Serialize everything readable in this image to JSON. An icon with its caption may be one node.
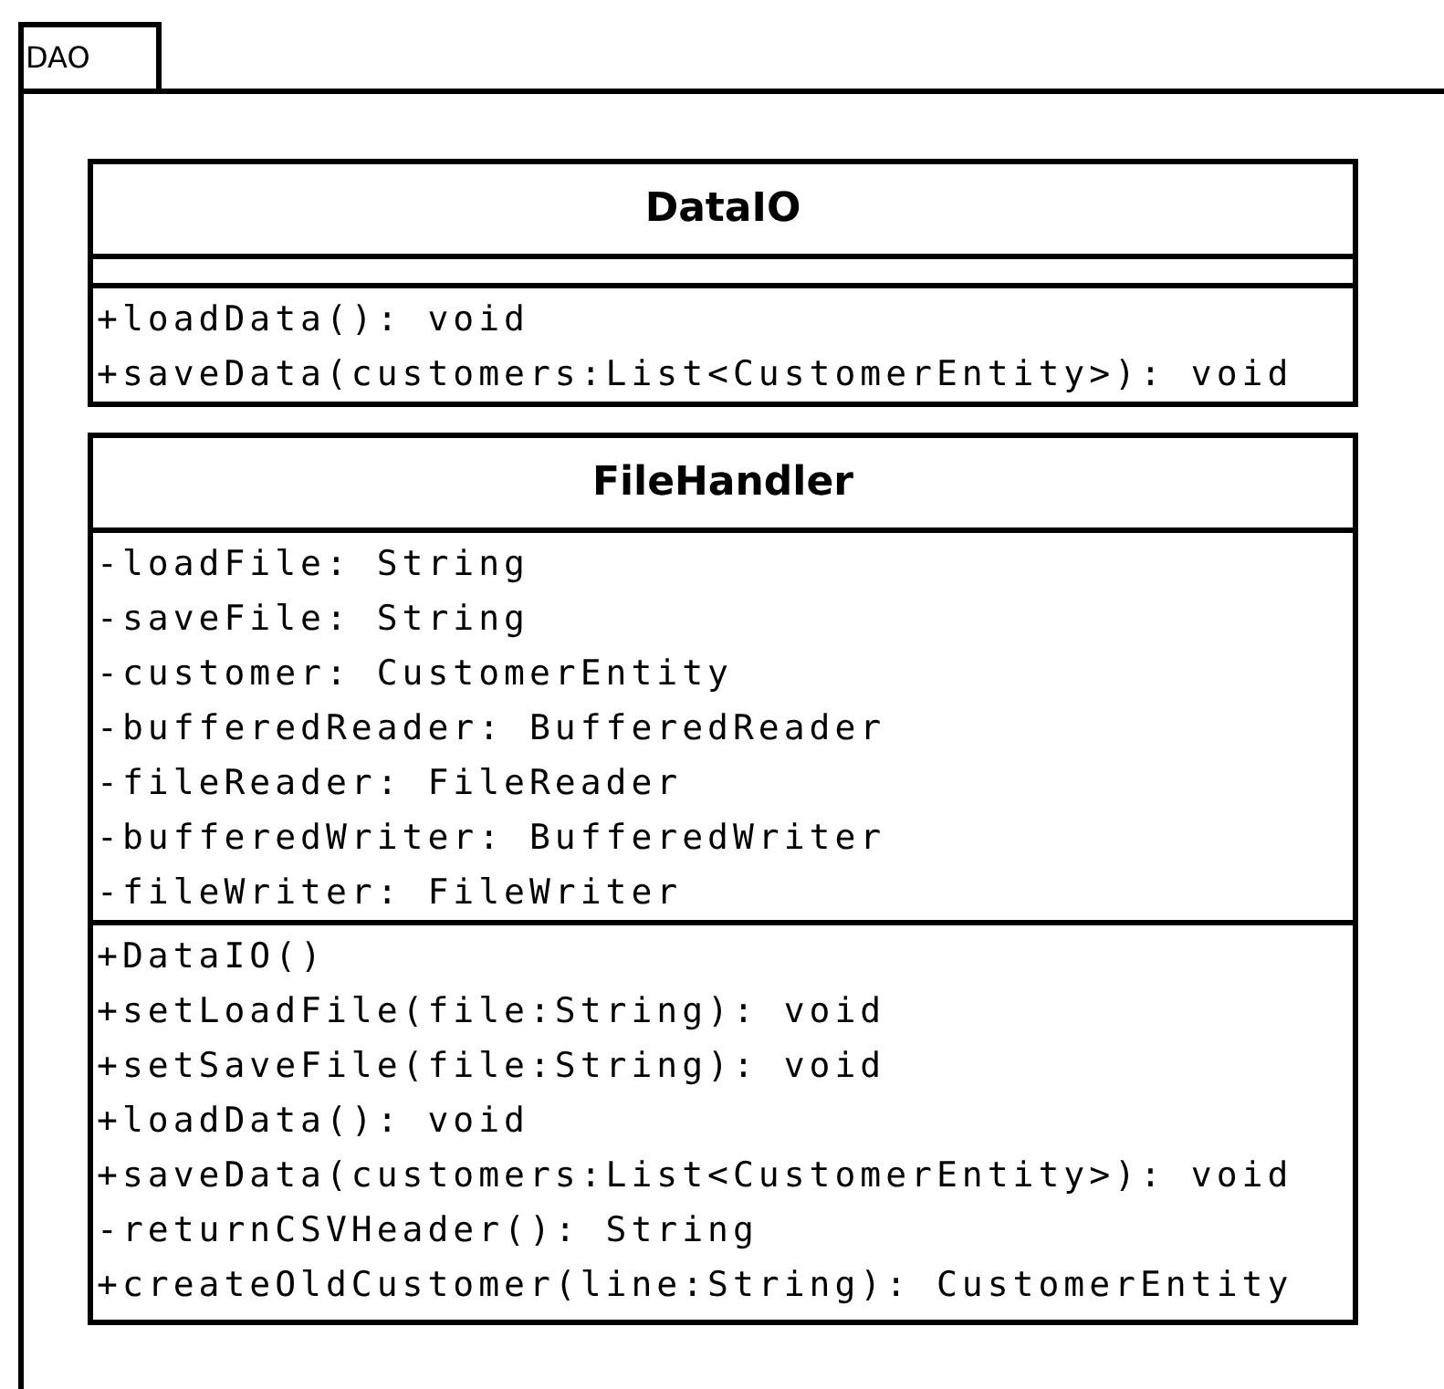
{
  "diagram": {
    "nodes": [
      {
        "text": [
          "DAO"
        ]
      },
      {
        "text": [
          "DataIO",
          "+loadData(): void",
          "+saveData(customers:List<CustomerEntity>): void"
        ],
        "in": 0
      },
      {
        "text": [
          "FileHandler",
          "-loadFile: String",
          "-saveFile: String",
          "-customer: CustomerEntity",
          "-bufferedReader: BufferedReader",
          "-fileReader: FileReader",
          "-bufferedWriter: BufferedWriter",
          "-fileWriter: FileWriter",
          "+DataIO()",
          "+setLoadFile(file:String): void",
          "+setSaveFile(file:String): void",
          "+loadData(): void",
          "+saveData(customers:List<CustomerEntity>): void",
          "-returnCSVHeader(): String",
          "+createOldCustomer(line:String): CustomerEntity"
        ],
        "in": 0
      }
    ]
  }
}
